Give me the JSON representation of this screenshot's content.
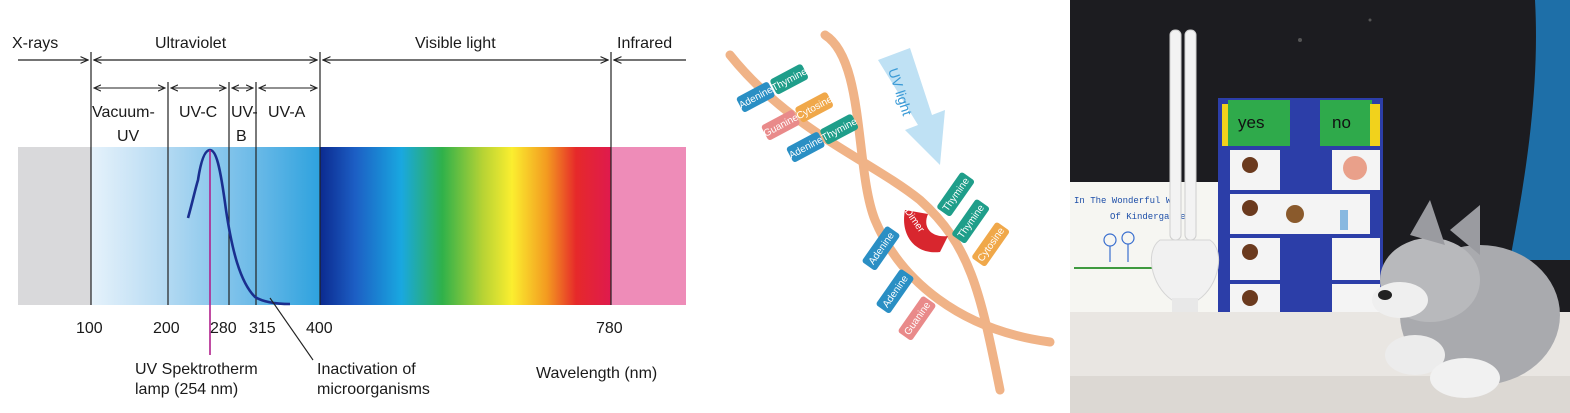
{
  "spectrum": {
    "regions": {
      "xrays": "X-rays",
      "ultraviolet": "Ultraviolet",
      "visible": "Visible light",
      "infrared": "Infrared"
    },
    "subregions": {
      "vacuum_uv_1": "Vacuum-",
      "vacuum_uv_2": "UV",
      "uvc": "UV-C",
      "uvb_1": "UV-",
      "uvb_2": "B",
      "uva": "UV-A"
    },
    "ticks": [
      "100",
      "200",
      "280",
      "315",
      "400",
      "780"
    ],
    "annotations": {
      "lamp_1": "UV Spektrotherm",
      "lamp_2": "lamp (254 nm)",
      "inact_1": "Inactivation of",
      "inact_2": "microorganisms"
    },
    "axis_label": "Wavelength (nm)"
  },
  "dna": {
    "uv_label": "UV light",
    "bases_top": [
      "Adenine",
      "Thymine",
      "Guanine",
      "Cytosine",
      "Adenine",
      "Thymine"
    ],
    "bases_bottom": [
      "Thymine",
      "Dimer",
      "Adenine",
      "Thymine",
      "Adenine",
      "Cytosine",
      "Guanine"
    ],
    "colors": {
      "adenine": "#2a8fc4",
      "thymine": "#1f9e8a",
      "guanine": "#e98a8a",
      "cytosine": "#f0a84a",
      "dimer": "#d8262e",
      "backbone": "#f2b98a"
    }
  },
  "photo": {
    "chart_yes": "yes",
    "chart_no": "no",
    "poster_line1": "In The Wonderful Wo",
    "poster_line2": "Of Kindergarten"
  }
}
